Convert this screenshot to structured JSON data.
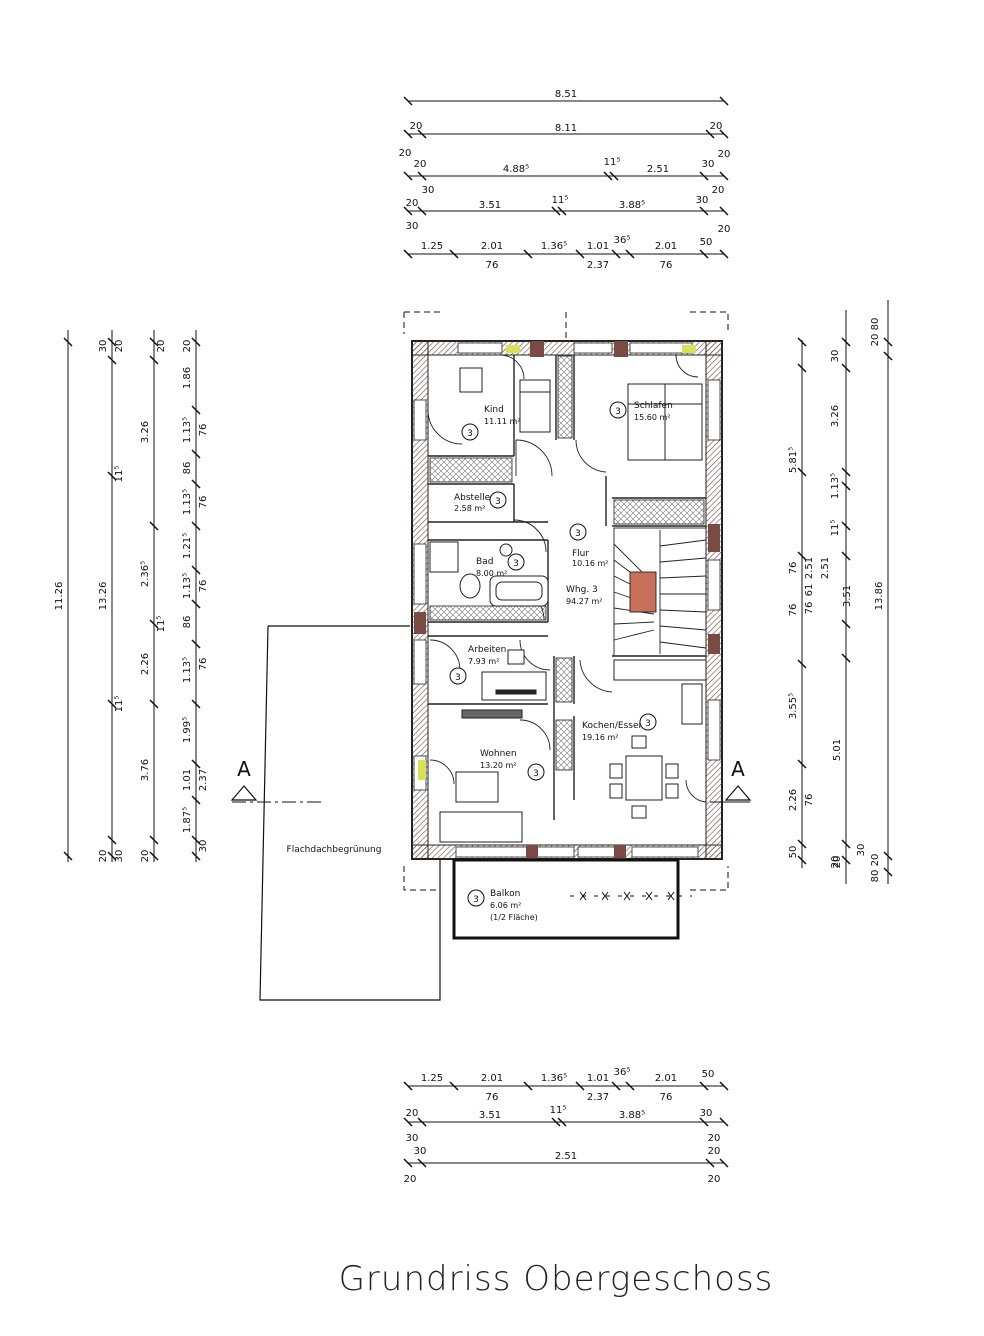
{
  "title": "Grundriss Obergeschoss",
  "section_marker": "A",
  "flat_roof_label": "Flachdachbegrünung",
  "unit": {
    "label": "Whg. 3",
    "area": "94.27 m²"
  },
  "rooms": [
    {
      "id": "kind",
      "name": "Kind",
      "area": "11.11 m²",
      "num": "3"
    },
    {
      "id": "schlafen",
      "name": "Schlafen",
      "area": "15.60 m²",
      "num": "3"
    },
    {
      "id": "abstellen",
      "name": "Abstellen",
      "area": "2.58 m²",
      "num": "3"
    },
    {
      "id": "flur",
      "name": "Flur",
      "area": "10.16 m²",
      "num": "3"
    },
    {
      "id": "bad",
      "name": "Bad",
      "area": "8.00 m²",
      "num": "3"
    },
    {
      "id": "arbeiten",
      "name": "Arbeiten",
      "area": "7.93 m²",
      "num": "3"
    },
    {
      "id": "kochen",
      "name": "Kochen/Essen",
      "area": "19.16 m²",
      "num": "3"
    },
    {
      "id": "wohnen",
      "name": "Wohnen",
      "area": "13.20 m²",
      "num": "3"
    },
    {
      "id": "balkon",
      "name": "Balkon",
      "area": "6.06 m²",
      "note": "(1/2 Fläche)",
      "num": "3"
    }
  ],
  "dims_top": {
    "r1": [
      "8.51"
    ],
    "r2": [
      "20",
      "8.11",
      "20"
    ],
    "r3": [
      "20",
      "20",
      "4.88⁵",
      "11⁵",
      "2.51",
      "30",
      "20"
    ],
    "r4": [
      "20",
      "30",
      "3.51",
      "11⁵",
      "3.88⁵",
      "30",
      "20",
      "30",
      "20"
    ],
    "r5a": [
      "1.25",
      "2.01",
      "1.36⁵",
      "1.01",
      "36⁵",
      "2.01",
      "50"
    ],
    "r5b": [
      "76",
      "2.37",
      "76"
    ]
  },
  "dims_bottom": {
    "r1a": [
      "1.25",
      "2.01",
      "1.36⁵",
      "1.01",
      "36⁵",
      "2.01",
      "50"
    ],
    "r1b": [
      "76",
      "2.37",
      "76"
    ],
    "r2": [
      "20",
      "3.51",
      "11⁵",
      "3.88⁵",
      "30",
      "30",
      "20"
    ],
    "r3": [
      "30",
      "2.51",
      "20",
      "20",
      "20"
    ]
  },
  "dims_left": {
    "c1": [
      "11.26"
    ],
    "c2": [
      "30",
      "20",
      "3.26",
      "11⁵",
      "13.26",
      "11⁵",
      "3.76",
      "20",
      "30",
      "30"
    ],
    "c3": [
      "20",
      "2.36⁵",
      "11⁵",
      "2.26",
      "20",
      "20"
    ],
    "c4": [
      "20",
      "1.86",
      "1.13⁵",
      "86",
      "1.13⁵",
      "1.21⁵",
      "1.13⁵",
      "86",
      "1.13⁵",
      "1.99⁵",
      "1.01",
      "1.87⁵",
      "30"
    ],
    "c4b": [
      "76",
      "76",
      "76",
      "76",
      "2.37"
    ]
  },
  "dims_right": {
    "c1": [
      "30",
      "3.26",
      "5.81⁵",
      "1.13⁵",
      "11⁵",
      "76",
      "2.51",
      "3.55⁵",
      "2.26",
      "50",
      "20"
    ],
    "c2": [
      "76",
      "61",
      "76",
      "2.51",
      "3.51",
      "5.01",
      "76",
      "30",
      "20"
    ],
    "c3": [
      "20",
      "80",
      "13.86",
      "20",
      "80"
    ]
  }
}
